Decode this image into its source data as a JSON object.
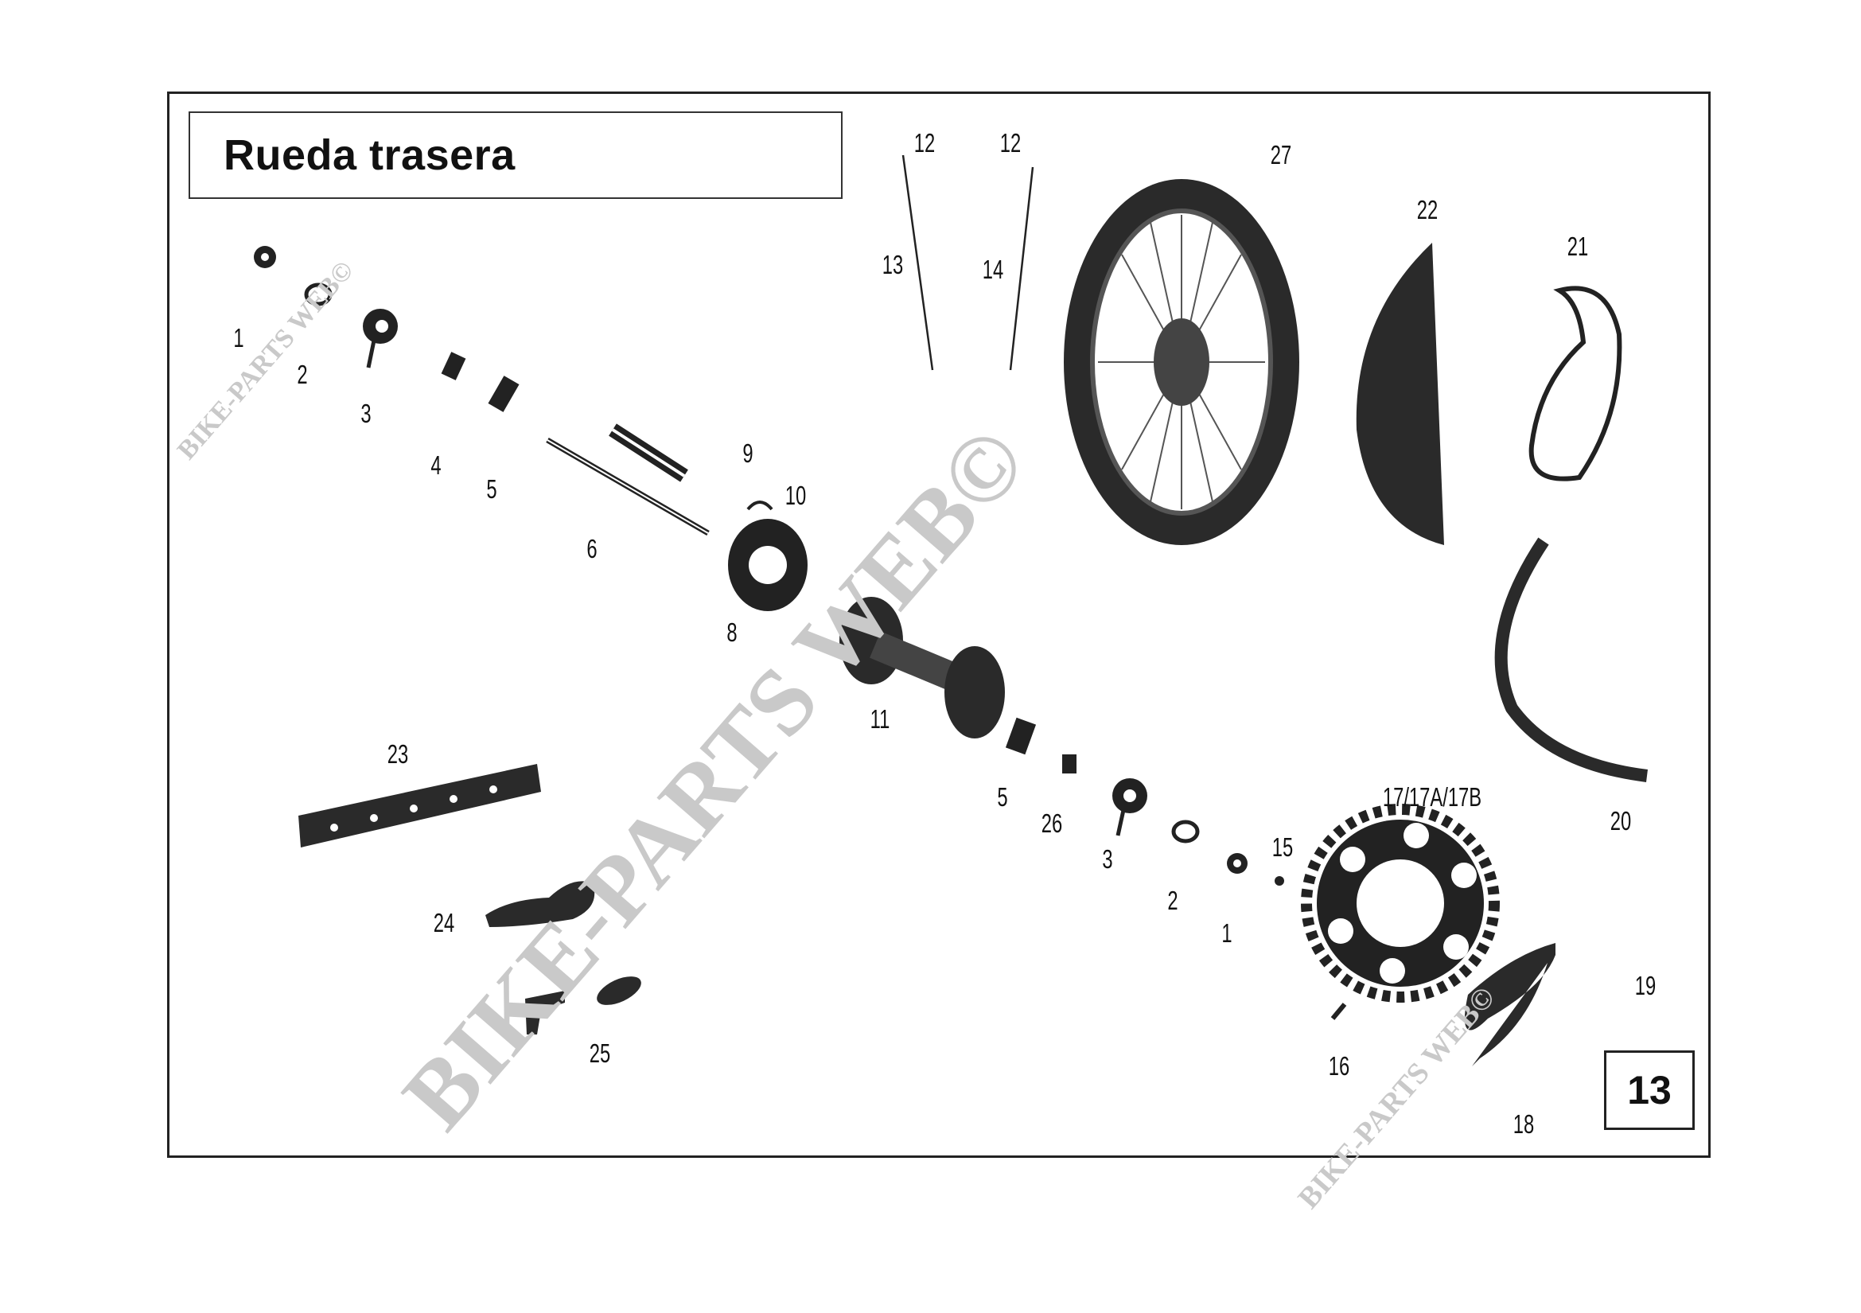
{
  "title": "Rueda trasera",
  "page_number": "13",
  "watermark": "BIKE-PARTS WEB©",
  "callouts": {
    "c1a": "1",
    "c2a": "2",
    "c3a": "3",
    "c4": "4",
    "c5a": "5",
    "c6": "6",
    "c8": "8",
    "c9": "9",
    "c10": "10",
    "c11": "11",
    "c12a": "12",
    "c12b": "12",
    "c13": "13",
    "c14": "14",
    "c15": "15",
    "c16": "16",
    "c17": "17/17A/17B",
    "c18": "18",
    "c19": "19",
    "c20": "20",
    "c21": "21",
    "c22": "22",
    "c23": "23",
    "c24": "24",
    "c25": "25",
    "c26": "26",
    "c27": "27",
    "c5b": "5",
    "c3b": "3",
    "c2b": "2",
    "c1b": "1"
  }
}
